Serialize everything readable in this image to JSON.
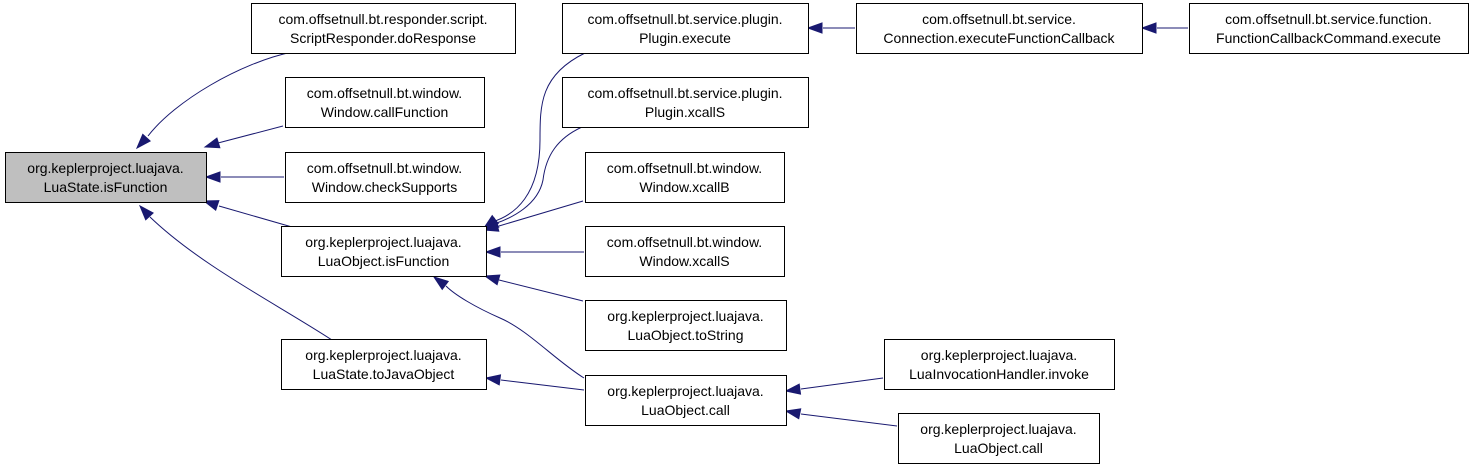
{
  "colors": {
    "edge": "#191970",
    "node_fill": "#ffffff",
    "focus_fill": "#bfbfbf",
    "border": "#000000"
  },
  "nodes": [
    {
      "id": "isFunctionState",
      "lines": [
        "org.keplerproject.luajava.",
        "LuaState.isFunction"
      ],
      "focus": true
    },
    {
      "id": "doResponse",
      "lines": [
        "com.offsetnull.bt.responder.script.",
        "ScriptResponder.doResponse"
      ]
    },
    {
      "id": "callFunction",
      "lines": [
        "com.offsetnull.bt.window.",
        "Window.callFunction"
      ]
    },
    {
      "id": "checkSupports",
      "lines": [
        "com.offsetnull.bt.window.",
        "Window.checkSupports"
      ]
    },
    {
      "id": "isFunctionObj",
      "lines": [
        "org.keplerproject.luajava.",
        "LuaObject.isFunction"
      ]
    },
    {
      "id": "toJavaObject",
      "lines": [
        "org.keplerproject.luajava.",
        "LuaState.toJavaObject"
      ]
    },
    {
      "id": "pluginExecute",
      "lines": [
        "com.offsetnull.bt.service.plugin.",
        "Plugin.execute"
      ]
    },
    {
      "id": "pluginXcallS",
      "lines": [
        "com.offsetnull.bt.service.plugin.",
        "Plugin.xcallS"
      ]
    },
    {
      "id": "windowXcallB",
      "lines": [
        "com.offsetnull.bt.window.",
        "Window.xcallB"
      ]
    },
    {
      "id": "windowXcallS",
      "lines": [
        "com.offsetnull.bt.window.",
        "Window.xcallS"
      ]
    },
    {
      "id": "toString",
      "lines": [
        "org.keplerproject.luajava.",
        "LuaObject.toString"
      ]
    },
    {
      "id": "luaObjectCall",
      "lines": [
        "org.keplerproject.luajava.",
        "LuaObject.call"
      ]
    },
    {
      "id": "executeFunctionCallback",
      "lines": [
        "com.offsetnull.bt.service.",
        "Connection.executeFunctionCallback"
      ]
    },
    {
      "id": "functionCallbackExecute",
      "lines": [
        "com.offsetnull.bt.service.function.",
        "FunctionCallbackCommand.execute"
      ]
    },
    {
      "id": "invocationInvoke",
      "lines": [
        "org.keplerproject.luajava.",
        "LuaInvocationHandler.invoke"
      ]
    },
    {
      "id": "luaObjectCall2",
      "lines": [
        "org.keplerproject.luajava.",
        "LuaObject.call"
      ]
    }
  ],
  "edges": [
    {
      "from": "doResponse",
      "to": "isFunctionState"
    },
    {
      "from": "callFunction",
      "to": "isFunctionState"
    },
    {
      "from": "checkSupports",
      "to": "isFunctionState"
    },
    {
      "from": "isFunctionObj",
      "to": "isFunctionState"
    },
    {
      "from": "toJavaObject",
      "to": "isFunctionState"
    },
    {
      "from": "pluginExecute",
      "to": "isFunctionObj"
    },
    {
      "from": "pluginXcallS",
      "to": "isFunctionObj"
    },
    {
      "from": "windowXcallB",
      "to": "isFunctionObj"
    },
    {
      "from": "windowXcallS",
      "to": "isFunctionObj"
    },
    {
      "from": "toString",
      "to": "isFunctionObj"
    },
    {
      "from": "luaObjectCall",
      "to": "isFunctionObj"
    },
    {
      "from": "luaObjectCall",
      "to": "toJavaObject"
    },
    {
      "from": "executeFunctionCallback",
      "to": "pluginExecute"
    },
    {
      "from": "functionCallbackExecute",
      "to": "executeFunctionCallback"
    },
    {
      "from": "invocationInvoke",
      "to": "luaObjectCall"
    },
    {
      "from": "luaObjectCall2",
      "to": "luaObjectCall"
    }
  ]
}
